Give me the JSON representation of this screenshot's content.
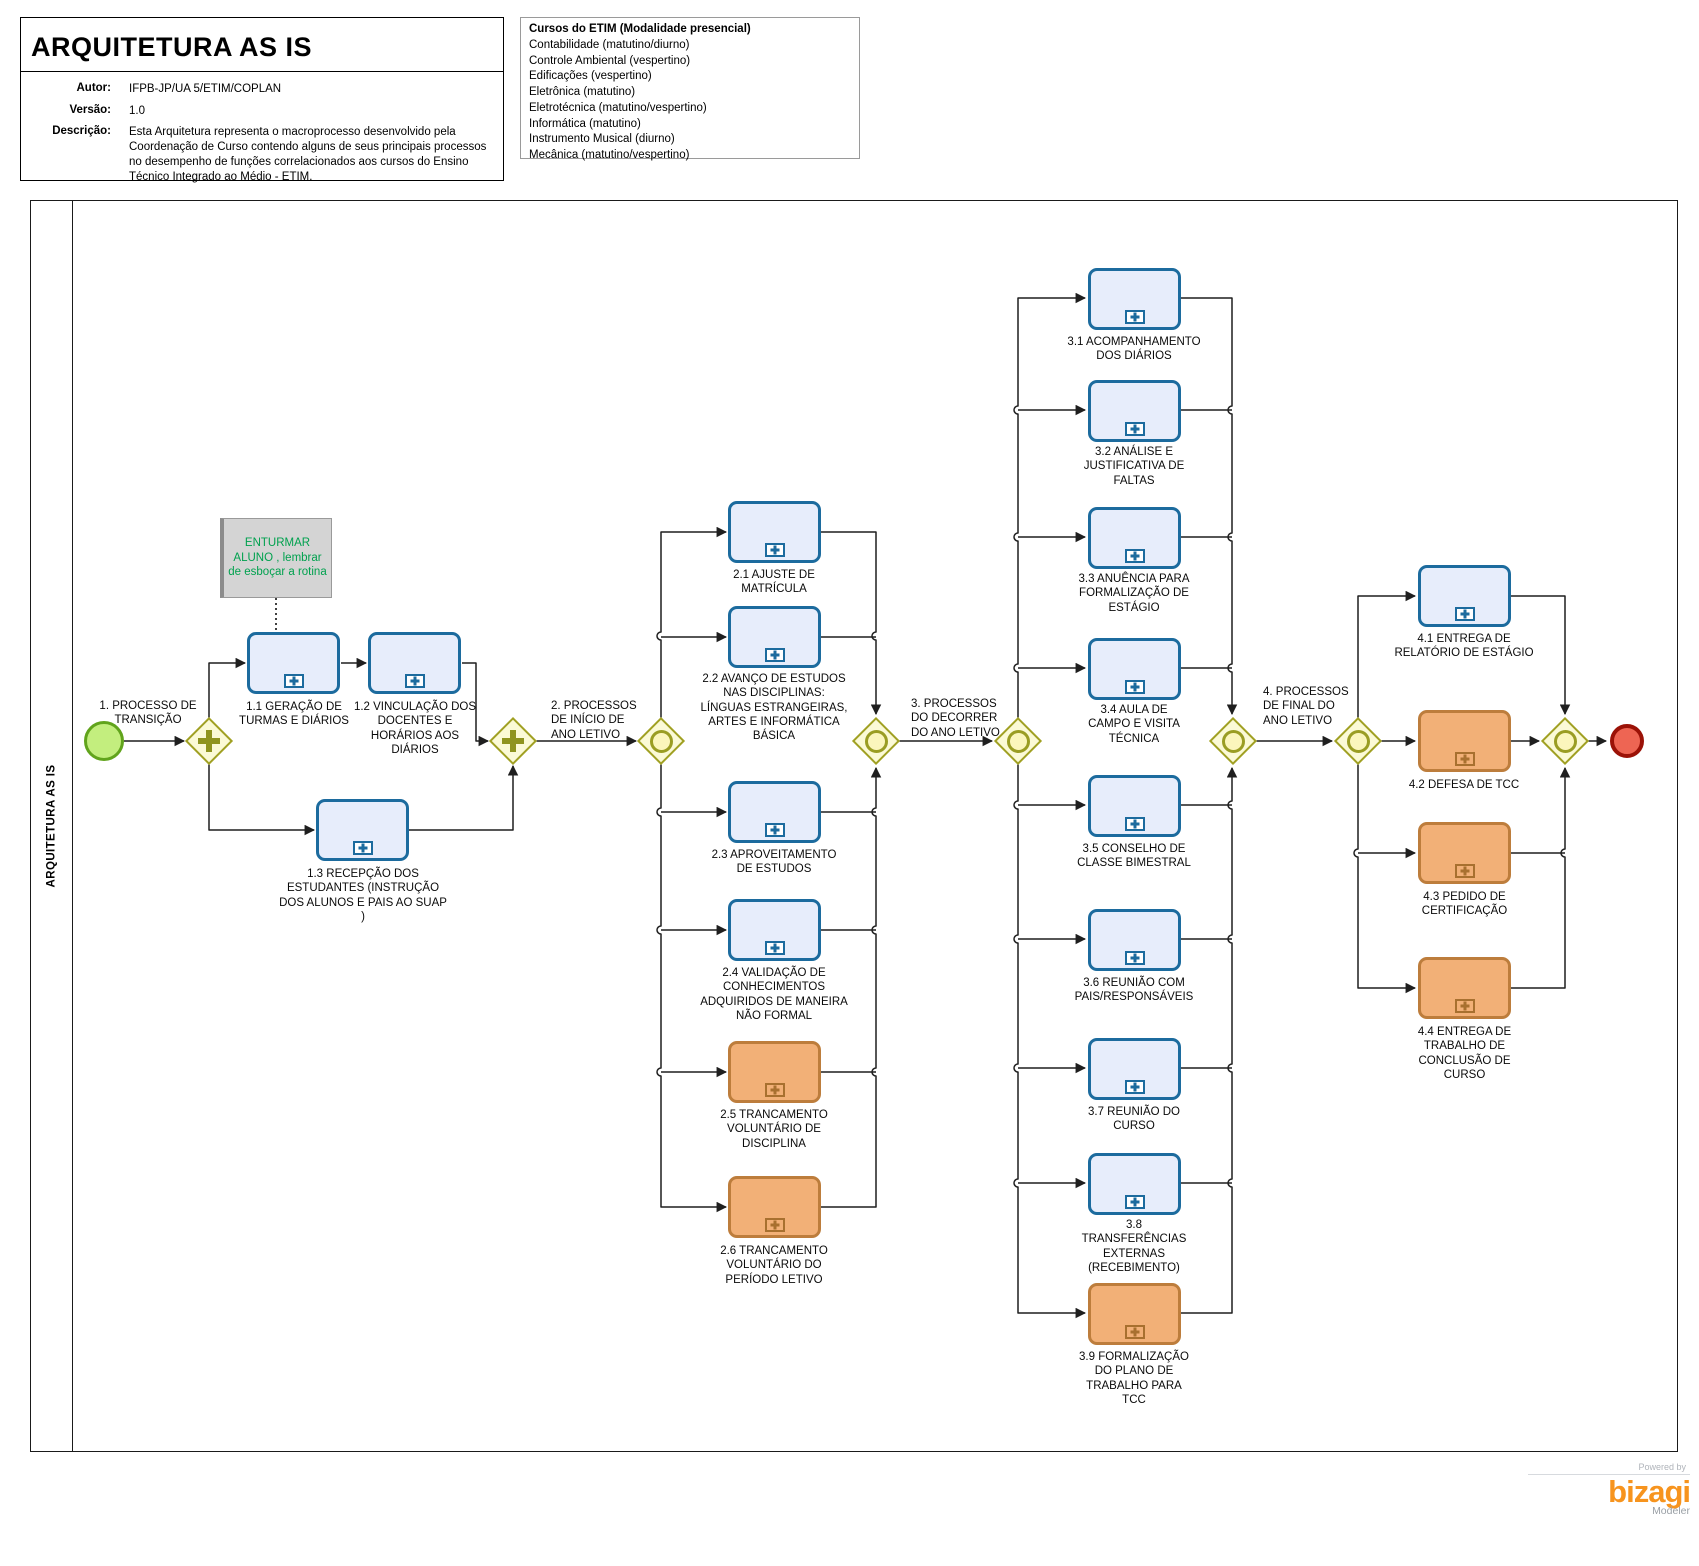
{
  "header": {
    "title": "ARQUITETURA AS IS",
    "author_label": "Autor:",
    "author": "IFPB-JP/UA 5/ETIM/COPLAN",
    "version_label": "Versão:",
    "version": "1.0",
    "description_label": "Descrição:",
    "description": "Esta Arquitetura representa o macroprocesso desenvolvido pela Coordenação de Curso contendo alguns de seus principais processos no desempenho de funções correlacionados aos cursos do Ensino Técnico Integrado ao Médio - ETIM."
  },
  "legend": {
    "title": "Cursos do ETIM (Modalidade presencial)",
    "courses": [
      "Contabilidade (matutino/diurno)",
      "Controle Ambiental (vespertino)",
      "Edificações (vespertino)",
      "Eletrônica (matutino)",
      "Eletrotécnica (matutino/vespertino)",
      "Informática (matutino)",
      "Instrumento Musical (diurno)",
      "Mecânica (matutino/vespertino)"
    ]
  },
  "pool": {
    "name": "ARQUITETURA AS IS"
  },
  "note": {
    "text": "ENTURMAR ALUNO , lembrar de esboçar a rotina"
  },
  "flow_labels": {
    "start": "1. PROCESSO DE  TRANSIÇÃO",
    "s2": "2. PROCESSOS DE INÍCIO DE ANO LETIVO",
    "s3": "3. PROCESSOS DO DECORRER DO ANO LETIVO",
    "s4": "4. PROCESSOS DE FINAL DO ANO LETIVO"
  },
  "tasks": {
    "t11": "1.1 GERAÇÃO DE TURMAS E DIÁRIOS",
    "t12": "1.2 VINCULAÇÃO DOS DOCENTES E HORÁRIOS AOS DIÁRIOS",
    "t13": "1.3 RECEPÇÃO DOS ESTUDANTES (INSTRUÇÃO DOS ALUNOS E PAIS AO SUAP )",
    "t21": "2.1 AJUSTE DE MATRÍCULA",
    "t22": "2.2  AVANÇO DE ESTUDOS NAS DISCIPLINAS: LÍNGUAS ESTRANGEIRAS, ARTES E INFORMÁTICA BÁSICA",
    "t23": "2.3  APROVEITAMENTO DE ESTUDOS",
    "t24": "2.4  VALIDAÇÃO DE CONHECIMENTOS ADQUIRIDOS DE MANEIRA NÃO FORMAL",
    "t25": "2.5 TRANCAMENTO VOLUNTÁRIO DE DISCIPLINA",
    "t26": "2.6 TRANCAMENTO VOLUNTÁRIO DO PERÍODO LETIVO",
    "t31": "3.1 ACOMPANHAMENTO DOS DIÁRIOS",
    "t32": "3.2 ANÁLISE E JUSTIFICATIVA DE FALTAS",
    "t33": "3.3 ANUÊNCIA PARA FORMALIZAÇÃO DE ESTÁGIO",
    "t34": "3.4 AULA DE CAMPO E VISITA TÉCNICA",
    "t35": "3.5 CONSELHO DE CLASSE BIMESTRAL",
    "t36": "3.6 REUNIÃO COM PAIS/RESPONSÁVEIS",
    "t37": "3.7 REUNIÃO DO CURSO",
    "t38": "3.8 TRANSFERÊNCIAS EXTERNAS (RECEBIMENTO)",
    "t39": "3.9 FORMALIZAÇÃO DO PLANO DE TRABALHO PARA TCC",
    "t41": "4.1 ENTREGA DE RELATÓRIO DE ESTÁGIO",
    "t42": "4.2 DEFESA DE TCC",
    "t43": "4.3 PEDIDO DE CERTIFICAÇÃO",
    "t44": "4.4 ENTREGA DE TRABALHO DE CONCLUSÃO DE CURSO"
  },
  "branding": {
    "powered_by": "Powered by",
    "brand": "bizagi",
    "product": "Modeler"
  },
  "colors": {
    "task_blue_fill": "#e7edfb",
    "task_blue_border": "#1c6b9e",
    "task_orange_fill": "#f2b077",
    "task_orange_border": "#bd7d3c",
    "gateway_fill": "#fbfad6",
    "gateway_border": "#a0a023",
    "start_fill": "#c3ee7e",
    "start_border": "#61a41c",
    "end_fill": "#ee6553",
    "end_border": "#9b1207",
    "note_text": "#00a14e",
    "brand_orange": "#f7941e"
  }
}
